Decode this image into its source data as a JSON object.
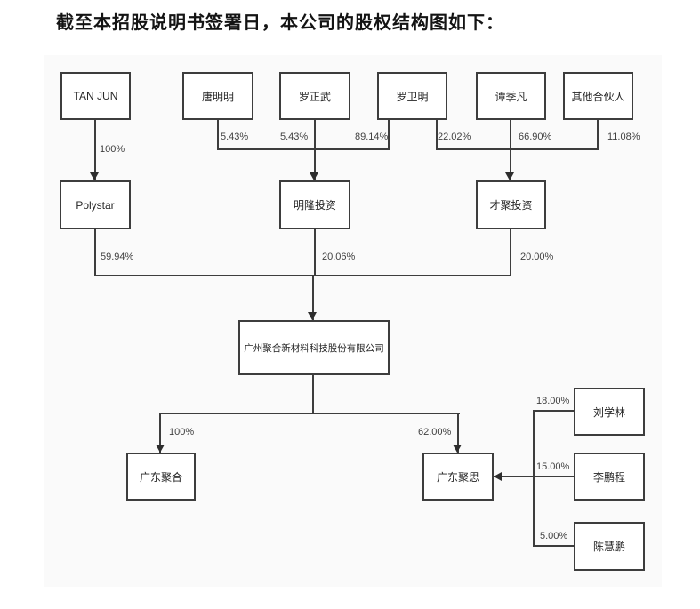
{
  "page": {
    "title": "截至本招股说明书签署日，本公司的股权结构图如下："
  },
  "diagram": {
    "type": "equity-structure-org-chart",
    "nodes": [
      {
        "id": "tan-jun",
        "label": "TAN JUN"
      },
      {
        "id": "tang-mingming",
        "label": "唐明明"
      },
      {
        "id": "luo-zhengwu",
        "label": "罗正武"
      },
      {
        "id": "luo-weiming",
        "label": "罗卫明"
      },
      {
        "id": "tan-jifan",
        "label": "谭季凡"
      },
      {
        "id": "other-partners",
        "label": "其他合伙人"
      },
      {
        "id": "polystar",
        "label": "Polystar"
      },
      {
        "id": "minglong-investment",
        "label": "明隆投资"
      },
      {
        "id": "caiju-investment",
        "label": "才聚投资"
      },
      {
        "id": "company",
        "label": "广州聚合新材料科技股份有限公司"
      },
      {
        "id": "guangdong-juhe",
        "label": "广东聚合"
      },
      {
        "id": "guangdong-jusi",
        "label": "广东聚思"
      },
      {
        "id": "liu-xuelin",
        "label": "刘学林"
      },
      {
        "id": "li-pengcheng",
        "label": "李鹏程"
      },
      {
        "id": "chen-huipeng",
        "label": "陈慧鹏"
      }
    ],
    "edges": [
      {
        "from": "TAN JUN",
        "to": "Polystar",
        "label": "100%"
      },
      {
        "from": "唐明明",
        "to": "明隆投资",
        "label": "5.43%"
      },
      {
        "from": "罗正武",
        "to": "明隆投资",
        "label": "5.43%"
      },
      {
        "from": "罗卫明",
        "to": "明隆投资",
        "label": "89.14%"
      },
      {
        "from": "罗卫明",
        "to": "才聚投资",
        "label": "22.02%"
      },
      {
        "from": "谭季凡",
        "to": "才聚投资",
        "label": "66.90%"
      },
      {
        "from": "其他合伙人",
        "to": "才聚投资",
        "label": "11.08%"
      },
      {
        "from": "Polystar",
        "to": "广州聚合新材料科技股份有限公司",
        "label": "59.94%"
      },
      {
        "from": "明隆投资",
        "to": "广州聚合新材料科技股份有限公司",
        "label": "20.06%"
      },
      {
        "from": "才聚投资",
        "to": "广州聚合新材料科技股份有限公司",
        "label": "20.00%"
      },
      {
        "from": "广州聚合新材料科技股份有限公司",
        "to": "广东聚合",
        "label": "100%"
      },
      {
        "from": "广州聚合新材料科技股份有限公司",
        "to": "广东聚思",
        "label": "62.00%"
      },
      {
        "from": "刘学林",
        "to": "广东聚思",
        "label": "18.00%"
      },
      {
        "from": "李鹏程",
        "to": "广东聚思",
        "label": "15.00%"
      },
      {
        "from": "陈慧鹏",
        "to": "广东聚思",
        "label": "5.00%"
      }
    ],
    "colors": {
      "panel_background": "#fafafa",
      "box_fill": "#ffffff",
      "box_border": "#3d3d3d",
      "line": "#3d3d3d",
      "text": "#262626"
    }
  }
}
